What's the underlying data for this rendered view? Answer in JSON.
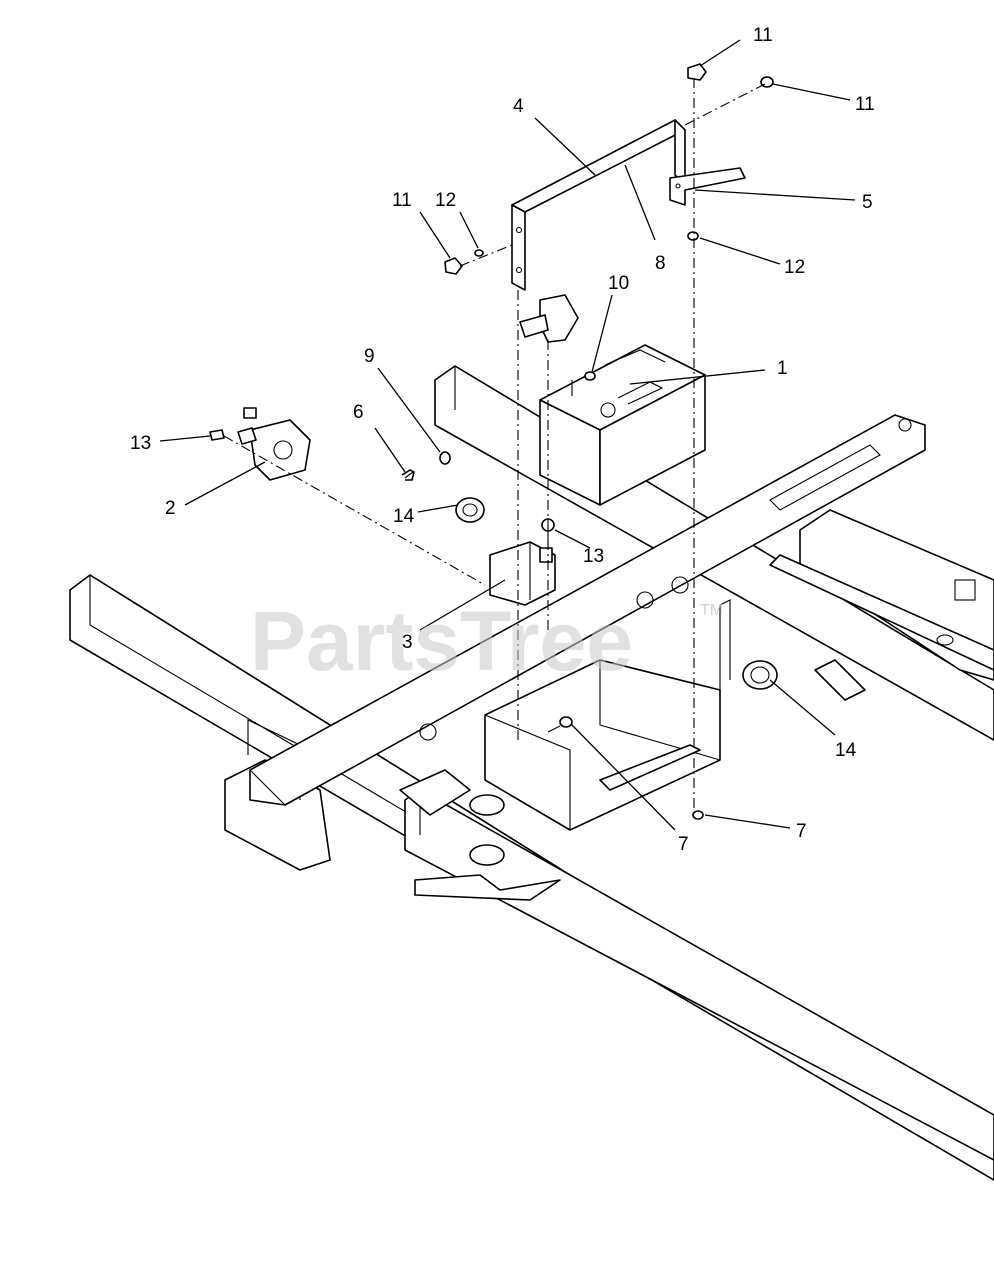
{
  "watermark": {
    "text": "PartsTree",
    "mark": "TM"
  },
  "callouts": [
    {
      "id": "c-11a",
      "label": "11"
    },
    {
      "id": "c-11b",
      "label": "11"
    },
    {
      "id": "c-4",
      "label": "4"
    },
    {
      "id": "c-11c",
      "label": "11"
    },
    {
      "id": "c-12a",
      "label": "12"
    },
    {
      "id": "c-5",
      "label": "5"
    },
    {
      "id": "c-8",
      "label": "8"
    },
    {
      "id": "c-12b",
      "label": "12"
    },
    {
      "id": "c-10",
      "label": "10"
    },
    {
      "id": "c-1",
      "label": "1"
    },
    {
      "id": "c-9",
      "label": "9"
    },
    {
      "id": "c-6",
      "label": "6"
    },
    {
      "id": "c-13a",
      "label": "13"
    },
    {
      "id": "c-2",
      "label": "2"
    },
    {
      "id": "c-14a",
      "label": "14"
    },
    {
      "id": "c-13b",
      "label": "13"
    },
    {
      "id": "c-3",
      "label": "3"
    },
    {
      "id": "c-14b",
      "label": "14"
    },
    {
      "id": "c-7a",
      "label": "7"
    },
    {
      "id": "c-7b",
      "label": "7"
    }
  ]
}
